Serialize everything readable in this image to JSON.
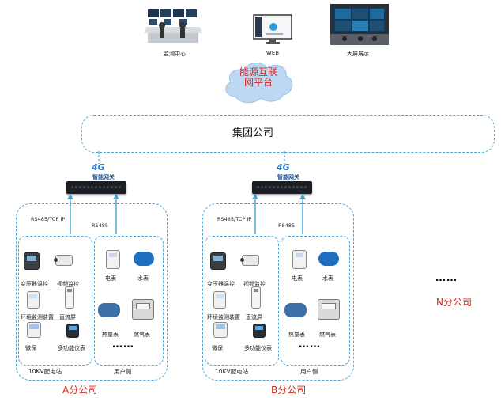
{
  "top": {
    "monitor_center_label": "监测中心",
    "web_label": "WEB",
    "bigscreen_label": "大屏展示"
  },
  "cloud": {
    "line1": "能源互联",
    "line2": "网平台"
  },
  "group_company": "集团公司",
  "gateway": {
    "tag": "4G",
    "label": "智能网关"
  },
  "branches": [
    {
      "name": "A分公司",
      "rs485_tcp": "RS485/TCP IP",
      "rs485": "RS485",
      "substation_label": "10KV配电站",
      "user_side_label": "用户侧",
      "devices_left": [
        "变压器温控",
        "视频监控",
        "环境监测装置",
        "直流屏",
        "微保",
        "多功能仪表"
      ],
      "devices_right": [
        "电表",
        "水表",
        "热量表",
        "燃气表"
      ],
      "more": "……"
    },
    {
      "name": "B分公司",
      "rs485_tcp": "RS485/TCP IP",
      "rs485": "RS485",
      "substation_label": "10KV配电站",
      "user_side_label": "用户侧",
      "devices_left": [
        "变压器温控",
        "视频监控",
        "环境监测装置",
        "直流屏",
        "微保",
        "多功能仪表"
      ],
      "devices_right": [
        "电表",
        "水表",
        "热量表",
        "燃气表"
      ],
      "more": "……"
    }
  ],
  "n_branch": {
    "dots": "……",
    "name": "N分公司"
  },
  "colors": {
    "dash": "#4aa7d8",
    "cloud": "#bcd8f2",
    "cloud_text": "#d9261c",
    "branch_text": "#d9261c"
  }
}
